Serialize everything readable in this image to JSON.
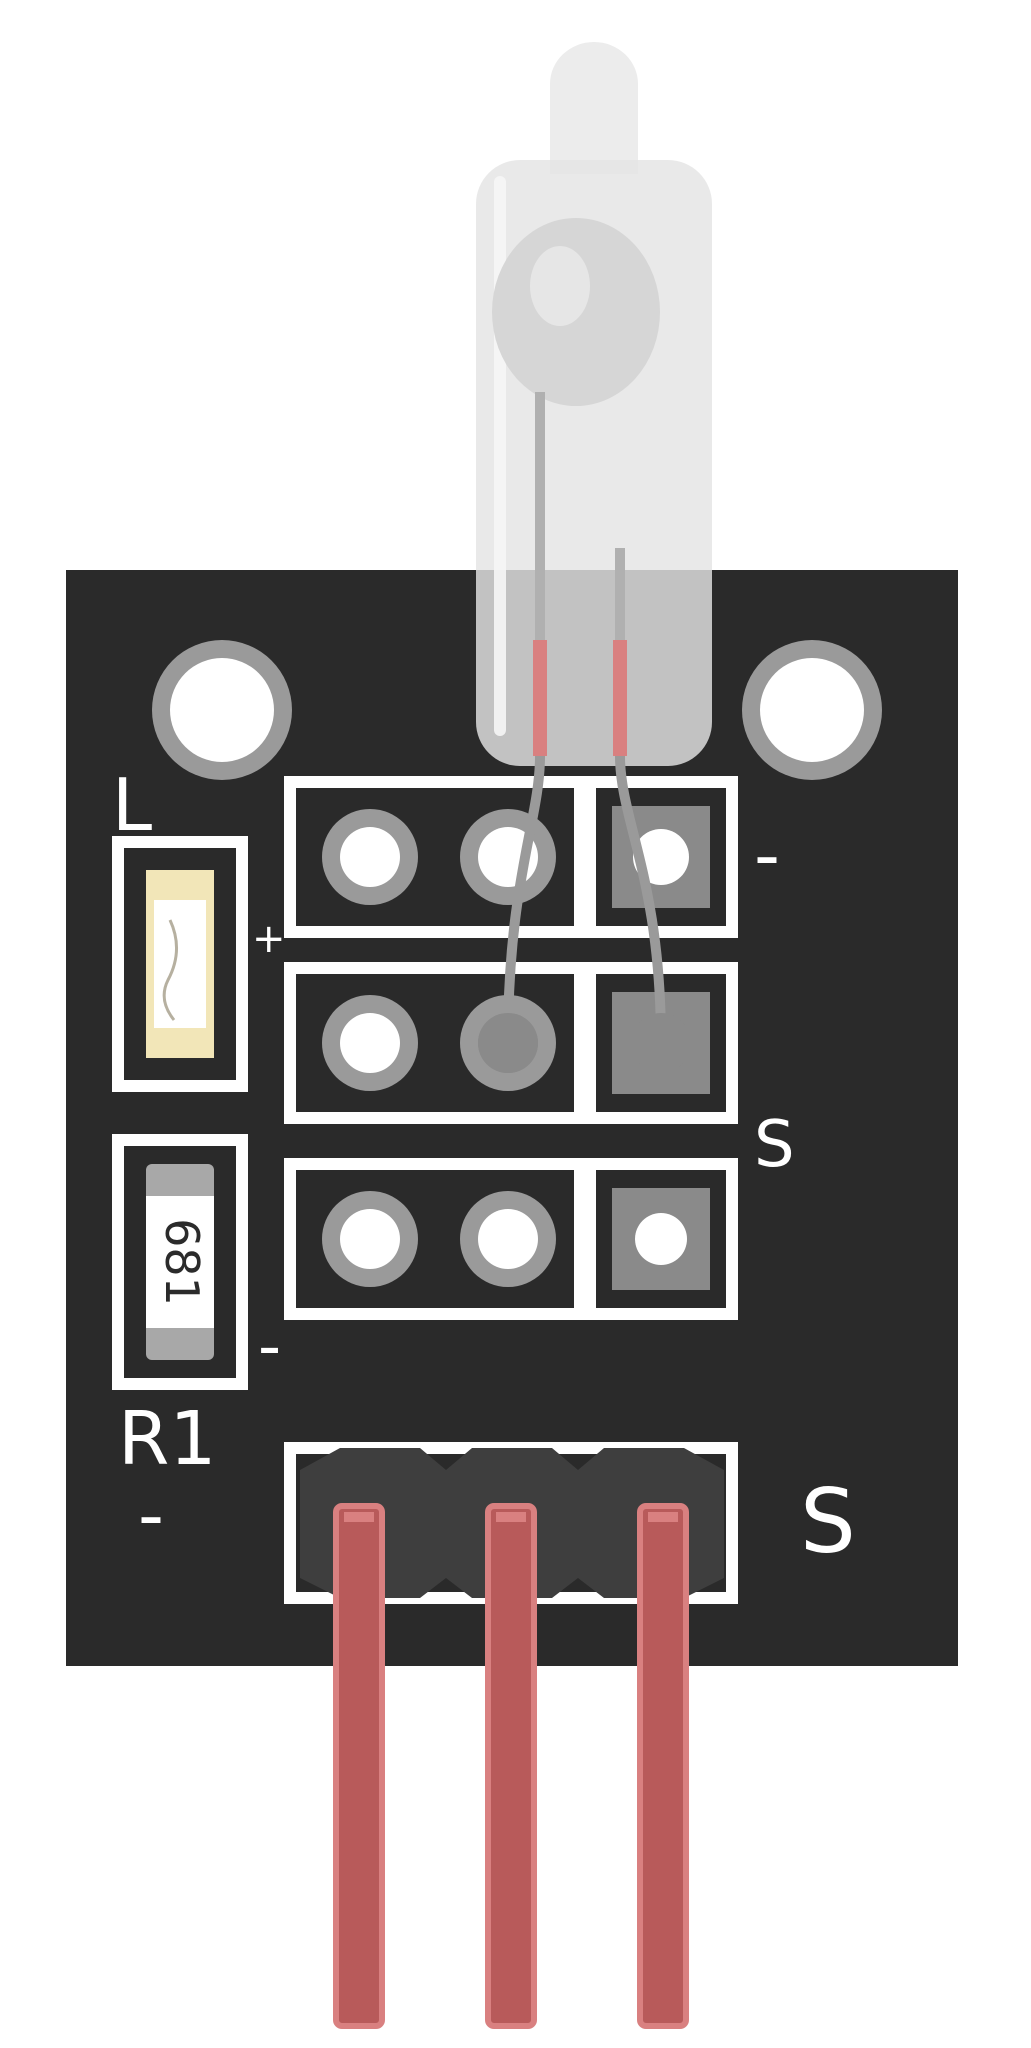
{
  "module": {
    "labels": {
      "led": "L",
      "led_polarity": "+",
      "resistor": "R1",
      "resistor_polarity": "-",
      "left_minus": "-",
      "row1_minus": "-",
      "row2_signal": "S",
      "header_signal": "S"
    },
    "resistor_code": "681",
    "colors": {
      "pcb": "#2a2a2a",
      "silkscreen": "#ffffff",
      "pad": "#9a9a9a",
      "pin": "#b85a5a",
      "glass": "#e8e8e8",
      "led_body": "#f2e6b8"
    }
  }
}
